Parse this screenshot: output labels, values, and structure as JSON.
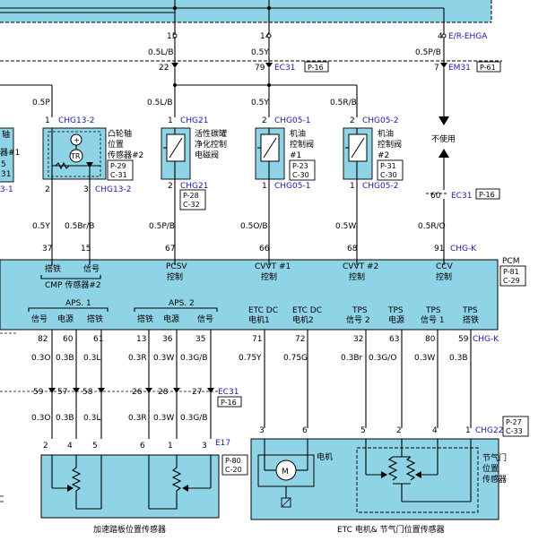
{
  "colors": {
    "module_fill": "#8fd3e6",
    "module_stroke": "#000000",
    "connector_text": "#1a1aa6",
    "wire": "#000000"
  },
  "top": {
    "pins": [
      "15",
      "14",
      "4"
    ],
    "er_label": "E/R-EHGA",
    "wires_a": [
      "0.5L/B",
      "0.5Y",
      "0.5P/B"
    ],
    "pins_b": [
      "22",
      "79",
      "7"
    ],
    "conn_ec31": "EC31",
    "ref_p16": "P-16",
    "conn_em31": "EM31",
    "ref_p61": "P-61"
  },
  "mid": {
    "wires": [
      "0.5P",
      "0.5L/B",
      "0.5Y",
      "0.5R/B"
    ],
    "pin1": [
      "1",
      "1",
      "2",
      "2"
    ],
    "conns": [
      "CHG13-2",
      "CHG21",
      "CHG05-1",
      "CHG05-2"
    ],
    "left_cut": [
      "轴",
      "器#1",
      "5",
      "31",
      "3-1"
    ],
    "cmp_name": [
      "凸轮轴",
      "位置",
      "传感器#2"
    ],
    "cmp_ref": [
      "P-29",
      "C-31"
    ],
    "purge_name": [
      "活性碳罐",
      "净化控制",
      "电磁阀"
    ],
    "purge_ref": [
      "P-28",
      "C-32"
    ],
    "oil1_name": [
      "机油",
      "控制阀",
      "#1"
    ],
    "oil1_ref": [
      "P-23",
      "C-30"
    ],
    "oil2_name": [
      "机油",
      "控制阀",
      "#2"
    ],
    "oil2_ref": [
      "P-31",
      "C-30"
    ],
    "tr": "TR",
    "not_used": "不使用",
    "cmp_pins": [
      "2",
      "3"
    ],
    "bot_pins": [
      "2",
      "1",
      "1"
    ],
    "bot_conns": [
      "CHG13-2",
      "CHG21",
      "CHG05-1",
      "CHG05-2"
    ],
    "ec31_pin": "60",
    "wires_low": [
      "0.5Y",
      "0.5Br/B",
      "0.5P/B",
      "0.5O/B",
      "0.5W",
      "0.5R/O"
    ],
    "pcm_pins": [
      "37",
      "15",
      "67",
      "66",
      "68",
      "91"
    ],
    "chgk": "CHG-K"
  },
  "pcm": {
    "label": "PCM",
    "ref": [
      "P-81",
      "C-29"
    ],
    "top_labels": [
      "搭铁",
      "信号",
      "PCSV",
      "控制",
      "CVVT #1",
      "控制",
      "CVVT #2",
      "控制",
      "CCV",
      "控制"
    ],
    "cmp_label": "CMP 传感器#2",
    "aps1": "APS. 1",
    "aps2": "APS. 2",
    "bottom_labels": [
      "信号",
      "电源",
      "搭铁",
      "搭铁",
      "电源",
      "信号",
      "ETC DC",
      "电机1",
      "ETC DC",
      "电机2",
      "TPS",
      "信号 2",
      "TPS",
      "电源",
      "TPS",
      "信号 1",
      "TPS",
      "搭铁"
    ]
  },
  "lower": {
    "pins": [
      "82",
      "60",
      "61",
      "13",
      "36",
      "35",
      "71",
      "72",
      "32",
      "63",
      "80",
      "59"
    ],
    "chgk": "CHG-K",
    "wires": [
      "0.3O",
      "0.3B",
      "0.3L",
      "0.3R",
      "0.3W",
      "0.3G/B",
      "0.75Y",
      "0.75G",
      "0.3Br",
      "0.3G/O",
      "0.3W",
      "0.3B"
    ],
    "ec31_pins": [
      "59",
      "57",
      "58",
      "26",
      "28",
      "27"
    ],
    "conn_ec31": "EC31",
    "ref_p16": "P-16",
    "wires2": [
      "0.3O",
      "0.3B",
      "0.3L",
      "0.3R",
      "0.3W",
      "0.3G/B"
    ],
    "e17_pins": [
      "2",
      "4",
      "5",
      "6",
      "1",
      "3"
    ],
    "conn_e17": "E17",
    "ref_e17": [
      "P-80",
      "C-20"
    ],
    "chg22_pins": [
      "3",
      "6",
      "5",
      "2",
      "4",
      "1"
    ],
    "conn_chg22": "CHG22",
    "ref_chg22": [
      "P-27",
      "C-33"
    ],
    "motor": "M",
    "motor_label": "电机",
    "throttle_label": [
      "节气门",
      "位置",
      "传感器"
    ],
    "aps_title": "加速踏板位置传感器",
    "etc_title": "ETC 电机& 节气门位置传感器"
  }
}
